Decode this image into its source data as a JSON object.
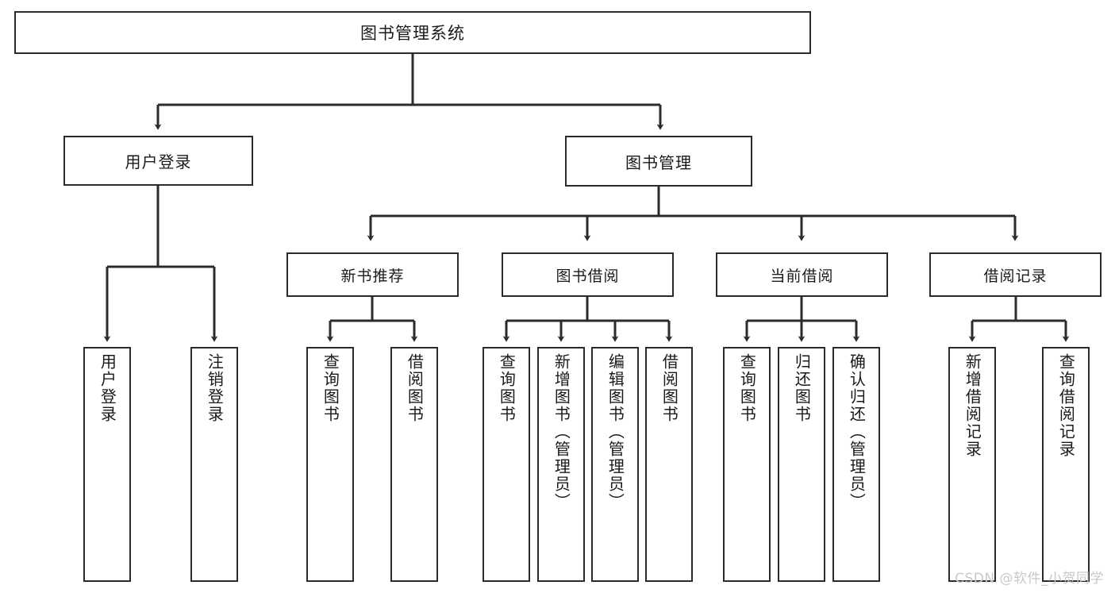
{
  "diagram": {
    "title": "图书管理系统",
    "watermark": "CSDN @软件_小贺同学",
    "colors": {
      "stroke": "#2b2b2b",
      "fill": "#ffffff",
      "text": "#1a1a1a",
      "watermark": "#c9c9c9"
    },
    "root": {
      "label": "图书管理系统"
    },
    "level1": [
      {
        "label": "用户登录"
      },
      {
        "label": "图书管理"
      }
    ],
    "level2": [
      {
        "label": "新书推荐"
      },
      {
        "label": "图书借阅"
      },
      {
        "label": "当前借阅"
      },
      {
        "label": "借阅记录"
      }
    ],
    "leaves": {
      "user_login": [
        {
          "label": "用户登录"
        },
        {
          "label": "注销登录"
        }
      ],
      "new_book": [
        {
          "label": "查询图书"
        },
        {
          "label": "借阅图书"
        }
      ],
      "borrow": [
        {
          "label": "查询图书"
        },
        {
          "label": "新增图书（管理员）"
        },
        {
          "label": "编辑图书（管理员）"
        },
        {
          "label": "借阅图书"
        }
      ],
      "current": [
        {
          "label": "查询图书"
        },
        {
          "label": "归还图书"
        },
        {
          "label": "确认归还（管理员）"
        }
      ],
      "records": [
        {
          "label": "新增借阅记录"
        },
        {
          "label": "查询借阅记录"
        }
      ]
    }
  }
}
